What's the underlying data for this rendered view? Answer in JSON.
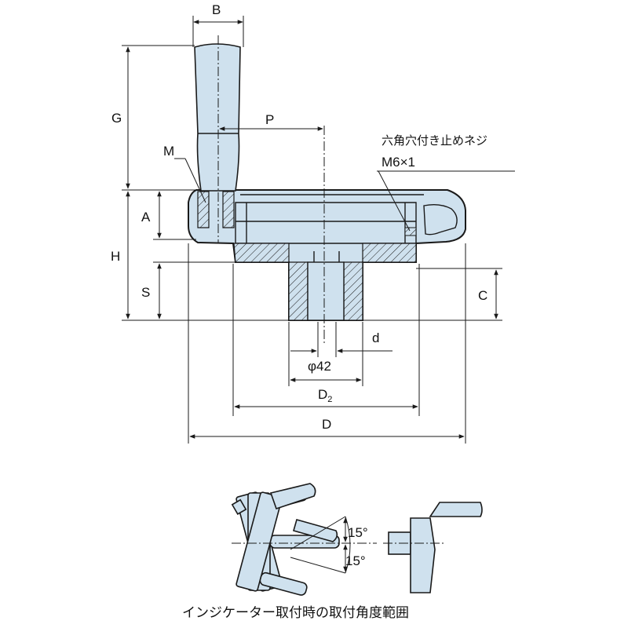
{
  "dimensions": {
    "B": "B",
    "G": "G",
    "P": "P",
    "M": "M",
    "A": "A",
    "H": "H",
    "S": "S",
    "C": "C",
    "d": "d",
    "phi42": "φ42",
    "D2_main": "D",
    "D2_sub": "2",
    "D": "D"
  },
  "annotation": {
    "screw_line1": "六角穴付き止めネジ",
    "screw_line2": "M6×1"
  },
  "indicator": {
    "angle_top": "15°",
    "angle_bottom": "15°",
    "caption": "インジケーター取付時の取付角度範囲"
  },
  "colors": {
    "body": "#cfe1ee",
    "outline": "#1a1a1a"
  }
}
